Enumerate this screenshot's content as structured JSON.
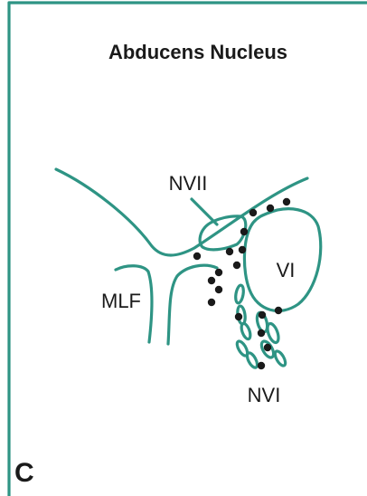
{
  "figure": {
    "title": "Abducens Nucleus",
    "panel_letter": "C",
    "labels": {
      "nvii": "NVII",
      "vi": "VI",
      "mlf": "MLF",
      "nvi": "NVI"
    },
    "colors": {
      "outline": "#2e9484",
      "dots": "#1a1a1a",
      "text": "#1a1a1a"
    }
  }
}
